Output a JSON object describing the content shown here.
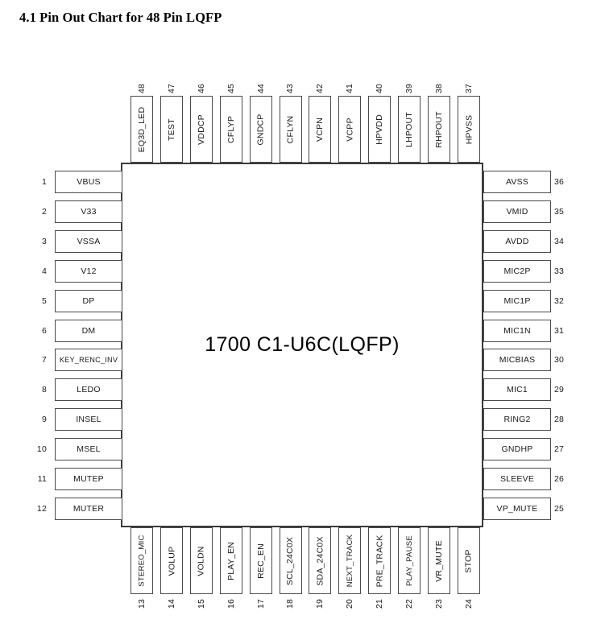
{
  "document": {
    "section_title": "4.1 Pin Out Chart for 48 Pin LQFP"
  },
  "chart_data": {
    "type": "diagram",
    "diagram_kind": "ic-pinout",
    "title": "4.1 Pin Out Chart for 48 Pin LQFP",
    "package": "48 Pin LQFP",
    "chip_label": "1700 C1-U6C(LQFP)",
    "total_pins": 48,
    "colors": {
      "background": "#ffffff",
      "body_stroke": "#3a3a3a",
      "pad_stroke": "#4a4a4a",
      "text": "#1a1a1a",
      "title_text": "#000000"
    },
    "sides": {
      "left": {
        "orientation": "horizontal",
        "number_position": "outside-left",
        "pins": [
          {
            "number": "1",
            "name": "VBUS"
          },
          {
            "number": "2",
            "name": "V33"
          },
          {
            "number": "3",
            "name": "VSSA"
          },
          {
            "number": "4",
            "name": "V12"
          },
          {
            "number": "5",
            "name": "DP"
          },
          {
            "number": "6",
            "name": "DM"
          },
          {
            "number": "7",
            "name": "KEY_RENC_INV"
          },
          {
            "number": "8",
            "name": "LEDO"
          },
          {
            "number": "9",
            "name": "INSEL"
          },
          {
            "number": "10",
            "name": "MSEL"
          },
          {
            "number": "11",
            "name": "MUTEP"
          },
          {
            "number": "12",
            "name": "MUTER"
          }
        ]
      },
      "bottom": {
        "orientation": "vertical",
        "number_position": "outside-below",
        "pins": [
          {
            "number": "13",
            "name": "STEREO_MIC"
          },
          {
            "number": "14",
            "name": "VOLUP"
          },
          {
            "number": "15",
            "name": "VOLDN"
          },
          {
            "number": "16",
            "name": "PLAY_EN"
          },
          {
            "number": "17",
            "name": "REC_EN"
          },
          {
            "number": "18",
            "name": "SCL_24C0X"
          },
          {
            "number": "19",
            "name": "SDA_24C0X"
          },
          {
            "number": "20",
            "name": "NEXT_TRACK"
          },
          {
            "number": "21",
            "name": "PRE_TRACK"
          },
          {
            "number": "22",
            "name": "PLAY_PAUSE"
          },
          {
            "number": "23",
            "name": "VR_MUTE"
          },
          {
            "number": "24",
            "name": "STOP"
          }
        ]
      },
      "right": {
        "orientation": "horizontal",
        "number_position": "outside-right",
        "pins": [
          {
            "number": "36",
            "name": "AVSS"
          },
          {
            "number": "35",
            "name": "VMID"
          },
          {
            "number": "34",
            "name": "AVDD"
          },
          {
            "number": "33",
            "name": "MIC2P"
          },
          {
            "number": "32",
            "name": "MIC1P"
          },
          {
            "number": "31",
            "name": "MIC1N"
          },
          {
            "number": "30",
            "name": "MICBIAS"
          },
          {
            "number": "29",
            "name": "MIC1"
          },
          {
            "number": "28",
            "name": "RING2"
          },
          {
            "number": "27",
            "name": "GNDHP"
          },
          {
            "number": "26",
            "name": "SLEEVE"
          },
          {
            "number": "25",
            "name": "VP_MUTE"
          }
        ]
      },
      "top": {
        "orientation": "vertical",
        "number_position": "outside-above",
        "pins": [
          {
            "number": "48",
            "name": "EQ3D_LED"
          },
          {
            "number": "47",
            "name": "TEST"
          },
          {
            "number": "46",
            "name": "VDDCP"
          },
          {
            "number": "45",
            "name": "CFLYP"
          },
          {
            "number": "44",
            "name": "GNDCP"
          },
          {
            "number": "43",
            "name": "CFLYN"
          },
          {
            "number": "42",
            "name": "VCPN"
          },
          {
            "number": "41",
            "name": "VCPP"
          },
          {
            "number": "40",
            "name": "HPVDD"
          },
          {
            "number": "39",
            "name": "LHPOUT"
          },
          {
            "number": "38",
            "name": "RHPOUT"
          },
          {
            "number": "37",
            "name": "HPVSS"
          }
        ]
      }
    }
  }
}
